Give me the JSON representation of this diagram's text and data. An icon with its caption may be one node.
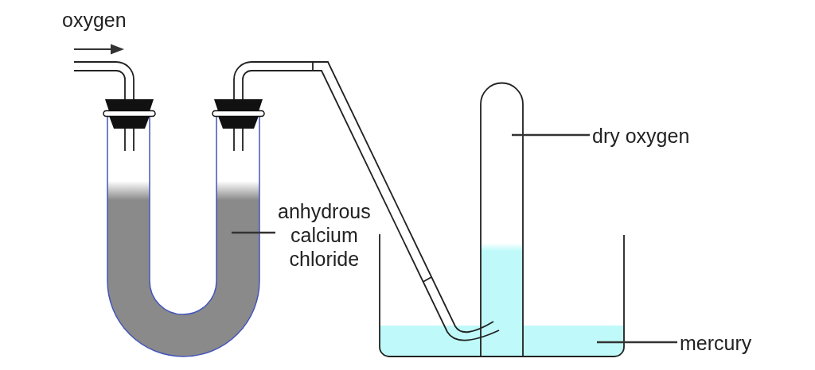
{
  "diagram": {
    "nodes": [
      {
        "text": [
          "anhydrous calcium chloride"
        ]
      },
      {
        "text": [
          "dry oxygen"
        ]
      },
      {
        "text": [
          "mercury"
        ]
      }
    ],
    "edges": [
      {
        "from": 0,
        "to": null,
        "arrow": "none"
      },
      {
        "from": 1,
        "to": null,
        "arrow": "none"
      },
      {
        "from": 2,
        "to": null,
        "arrow": "none"
      }
    ],
    "labels": [
      "oxygen"
    ]
  }
}
